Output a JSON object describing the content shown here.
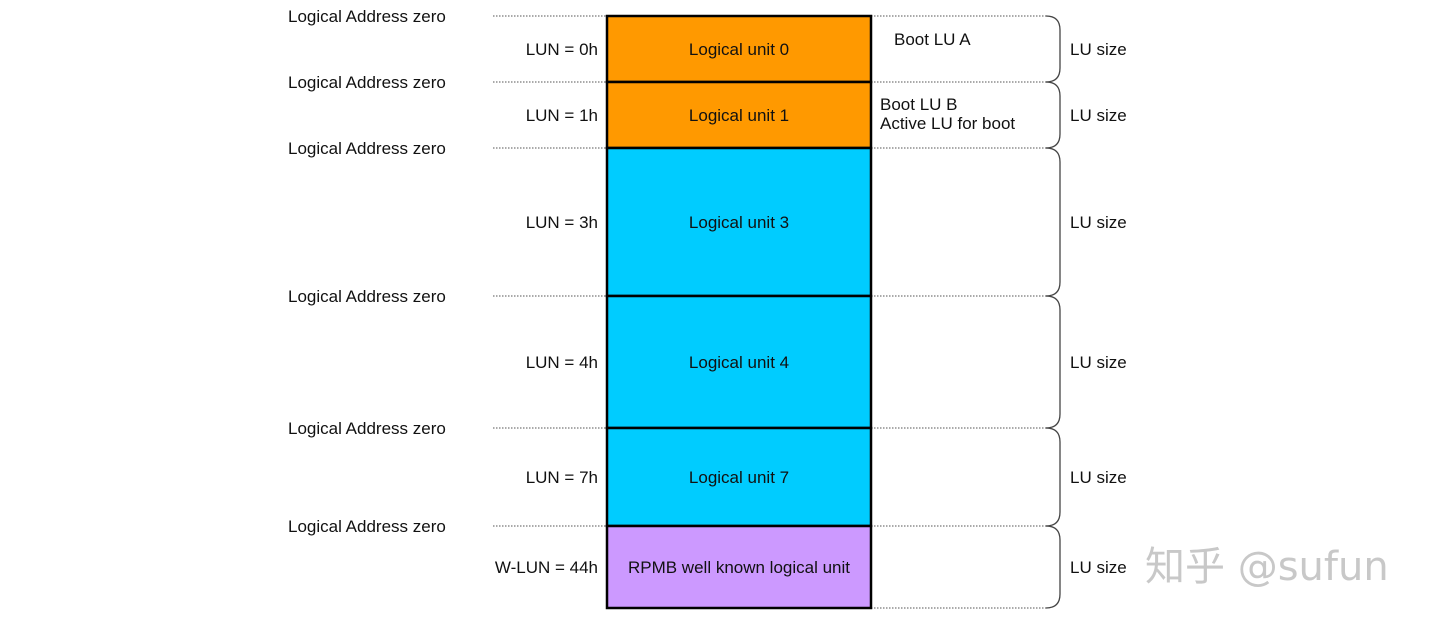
{
  "units": [
    {
      "lun": "LUN = 0h",
      "name": "Logical unit 0",
      "note": [
        "Boot LU A"
      ],
      "size": "LU size",
      "fill": "#FF9900"
    },
    {
      "lun": "LUN = 1h",
      "name": "Logical unit 1",
      "note": [
        "Boot LU B",
        "Active LU for boot"
      ],
      "size": "LU size",
      "fill": "#FF9900"
    },
    {
      "lun": "LUN = 3h",
      "name": "Logical unit 3",
      "note": [],
      "size": "LU size",
      "fill": "#00CCFF"
    },
    {
      "lun": "LUN = 4h",
      "name": "Logical unit 4",
      "note": [],
      "size": "LU size",
      "fill": "#00CCFF"
    },
    {
      "lun": "LUN = 7h",
      "name": "Logical unit 7",
      "note": [],
      "size": "LU size",
      "fill": "#00CCFF"
    },
    {
      "lun": "W-LUN = 44h",
      "name": "RPMB well known logical unit",
      "note": [],
      "size": "LU size",
      "fill": "#CC99FF"
    }
  ],
  "address_label": "Logical Address zero",
  "watermark": "知乎 @sufun"
}
